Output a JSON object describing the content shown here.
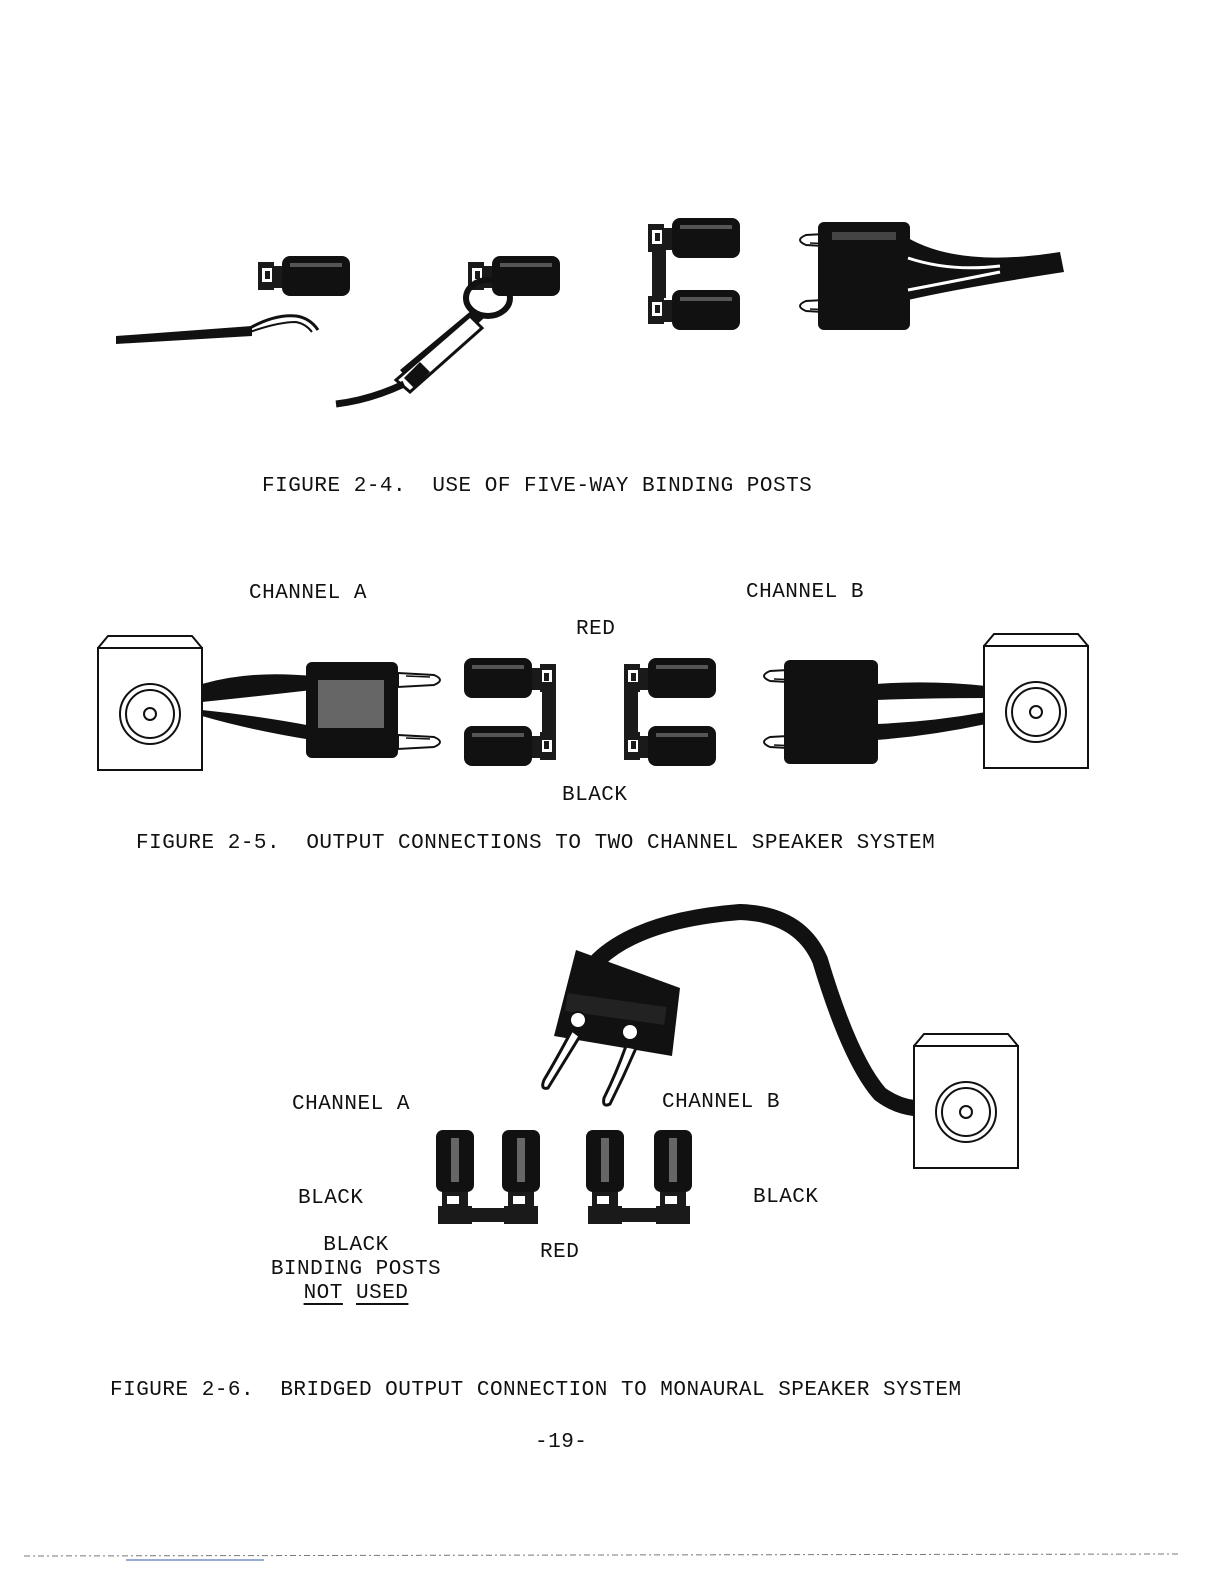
{
  "figure_2_4": {
    "caption": "FIGURE 2-4.  USE OF FIVE-WAY BINDING POSTS"
  },
  "figure_2_5": {
    "channel_a": "CHANNEL A",
    "channel_b": "CHANNEL B",
    "red": "RED",
    "black": "BLACK",
    "caption": "FIGURE 2-5.  OUTPUT CONNECTIONS TO TWO CHANNEL SPEAKER SYSTEM"
  },
  "figure_2_6": {
    "channel_a": "CHANNEL A",
    "channel_b": "CHANNEL B",
    "black_left": "BLACK",
    "black_right": "BLACK",
    "red": "RED",
    "note_line1": "BLACK",
    "note_line2": "BINDING POSTS",
    "note_word1": "NOT",
    "note_word2": "USED",
    "caption": "FIGURE 2-6.  BRIDGED OUTPUT CONNECTION TO MONAURAL SPEAKER SYSTEM"
  },
  "page_number": "-19-",
  "colors": {
    "ink": "#111111",
    "paper": "#ffffff"
  }
}
